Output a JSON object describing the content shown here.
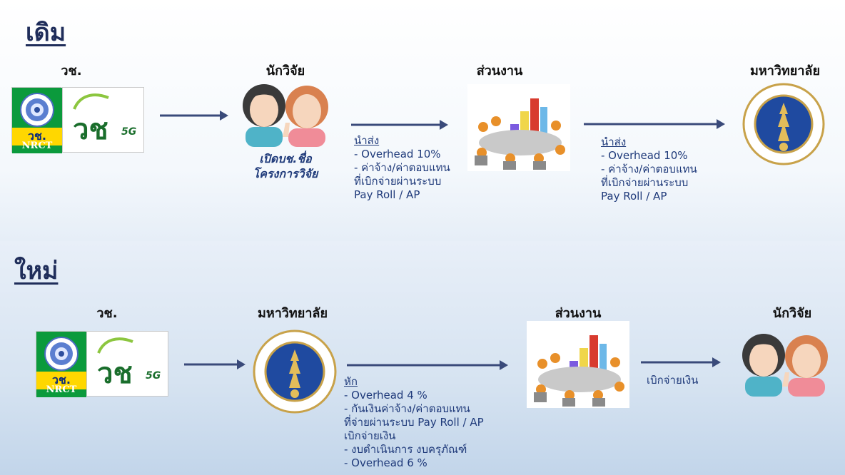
{
  "old_section": {
    "title": "เดิม",
    "nodes": {
      "nrct": "วช.",
      "researcher": "นักวิจัย",
      "department": "ส่วนงาน",
      "university": "มหาวิทยาลัย"
    },
    "researcher_caption": [
      "เปิดบช.ชื่อ",
      "โครงการวิจัย"
    ],
    "flow1": {
      "head": "นำส่ง",
      "lines": [
        "- Overhead 10%",
        "- ค่าจ้าง/ค่าตอบแทน",
        "ที่เบิกจ่ายผ่านระบบ",
        "Pay Roll / AP"
      ]
    },
    "flow2": {
      "head": "นำส่ง",
      "lines": [
        "- Overhead 10%",
        "- ค่าจ้าง/ค่าตอบแทน",
        "ที่เบิกจ่ายผ่านระบบ",
        "Pay Roll / AP"
      ]
    }
  },
  "new_section": {
    "title": "ใหม่",
    "nodes": {
      "nrct": "วช.",
      "university": "มหาวิทยาลัย",
      "department": "ส่วนงาน",
      "researcher": "นักวิจัย"
    },
    "deduct": {
      "head": "หัก",
      "lines": [
        "- Overhead 4 %",
        "- กันเงินค่าจ้าง/ค่าตอบแทน",
        "ที่จ่ายผ่านระบบ Pay Roll / AP",
        "เบิกจ่ายเงิน",
        "- งบดำเนินการ งบครุภัณฑ์",
        "- Overhead 6 %"
      ]
    },
    "disburse_label": "เบิกจ่ายเงิน"
  },
  "logo": {
    "nrct_badge_text": "วช.",
    "nrct_sub_text": "NRCT",
    "wor_chor_text": "วช",
    "five_g_text": "5G"
  },
  "colors": {
    "title": "#1f2d5a",
    "arrow": "#3a4a7a",
    "nrct_green": "#0b9a3c",
    "seal_blue": "#1f4aa0",
    "seal_gold": "#c8a24a"
  }
}
